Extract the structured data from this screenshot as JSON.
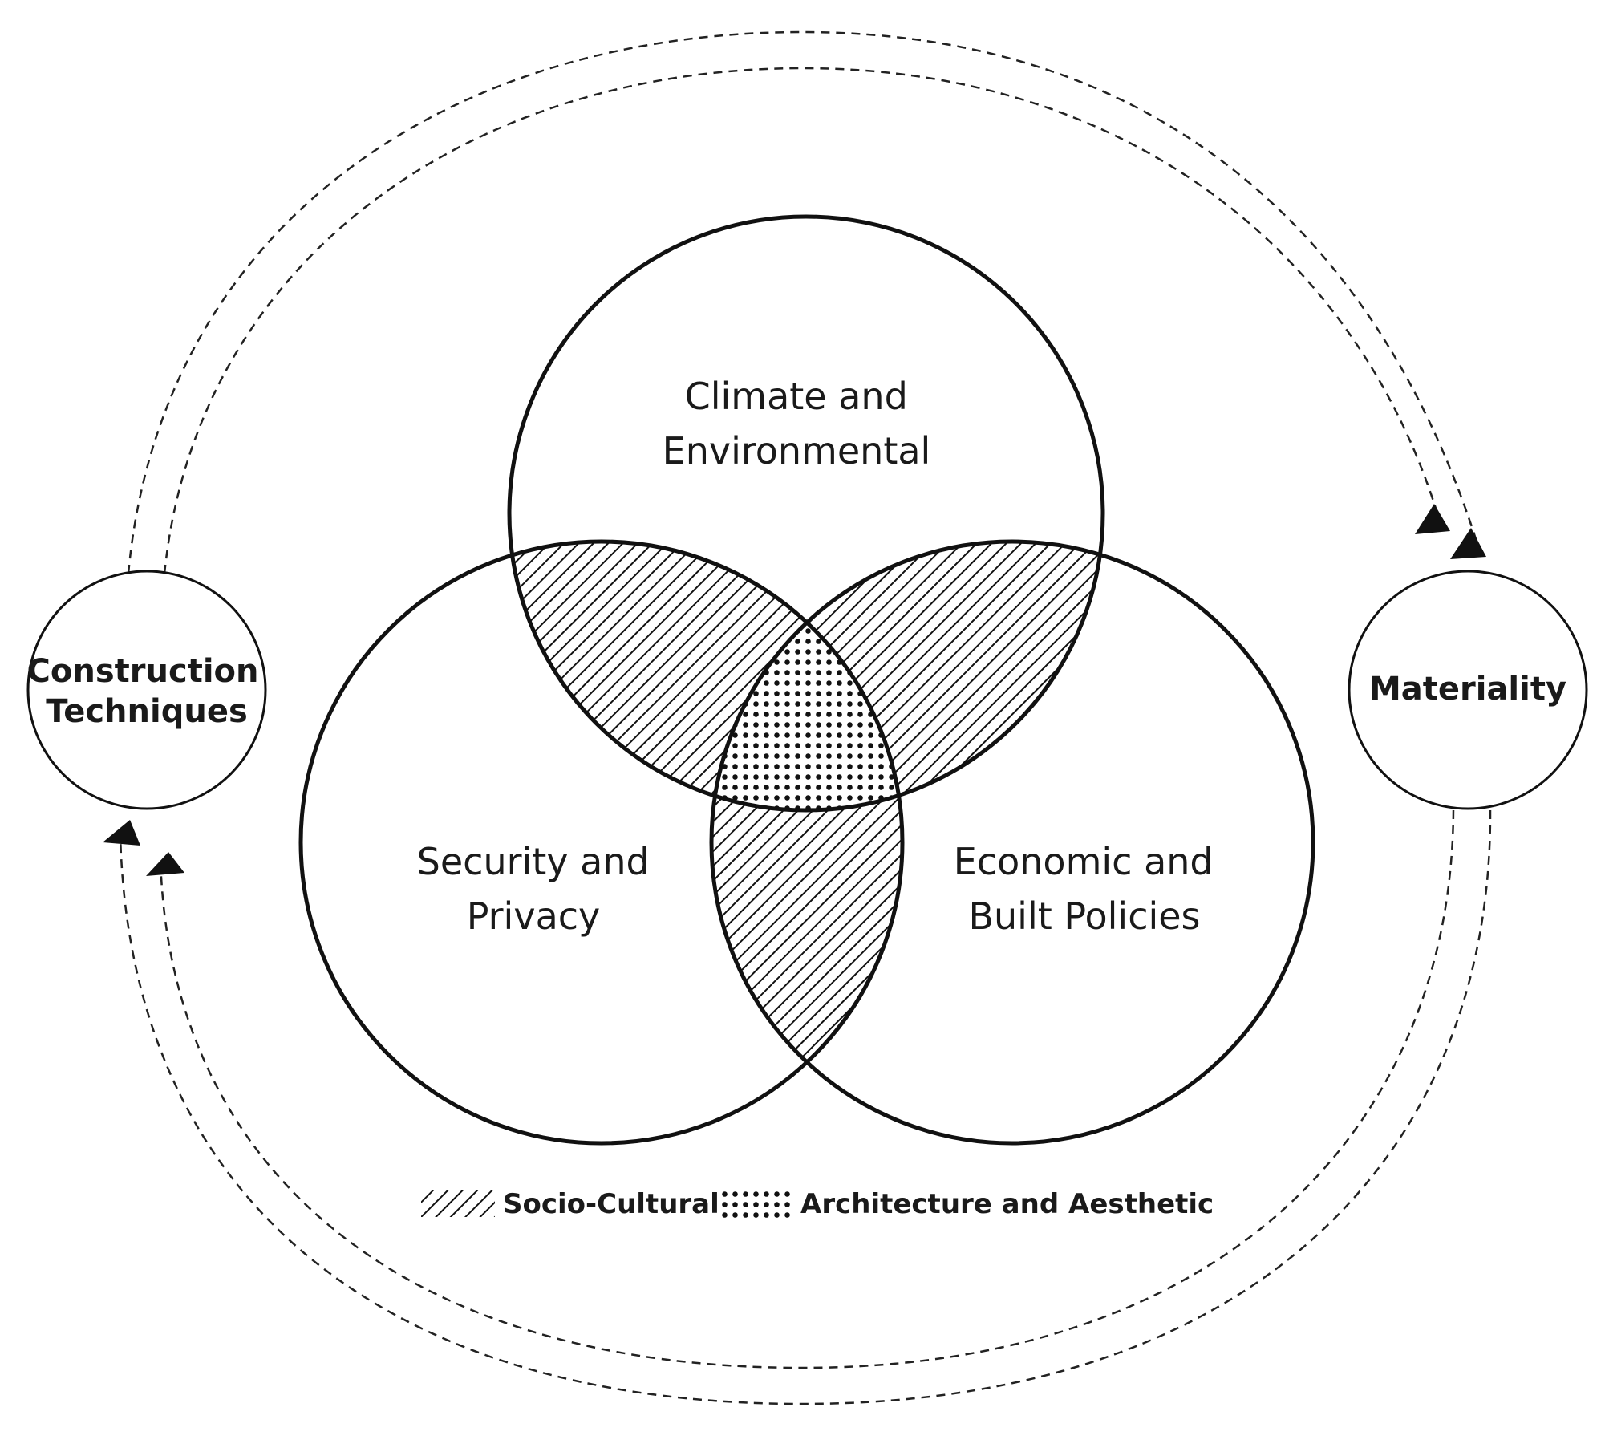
{
  "diagram": {
    "circles": {
      "top": {
        "line1": "Climate and",
        "line2": "Environmental"
      },
      "left": {
        "line1": "Security and",
        "line2": "Privacy"
      },
      "right": {
        "line1": "Economic and",
        "line2": "Built Policies"
      }
    },
    "nodes": {
      "left": {
        "line1": "Construction",
        "line2": "Techniques"
      },
      "right": {
        "line1": "Materiality"
      }
    },
    "legend": {
      "hatch_label": "Socio-Cultural",
      "dots_label": "Architecture and Aesthetic"
    },
    "colors": {
      "stroke": "#111111",
      "background": "#ffffff"
    }
  }
}
